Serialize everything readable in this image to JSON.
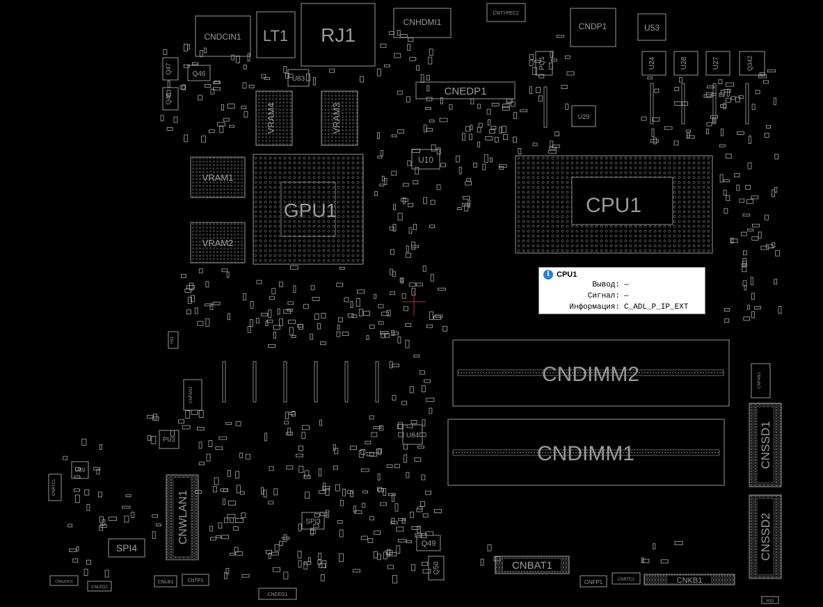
{
  "labels": {
    "cndcin1": "CNDCIN1",
    "lt1": "LT1",
    "rj1": "RJ1",
    "cnhdmi1": "CNHDMI1",
    "cntypec2": "CNTYPEC2",
    "cndp1": "CNDP1",
    "u53": "U53",
    "q47": "Q47",
    "q46": "Q46",
    "q48": "Q48",
    "u83": "U83",
    "vram4": "VRAM4",
    "vram3": "VRAM3",
    "vram1": "VRAM1",
    "vram2": "VRAM2",
    "gpu1": "GPU1",
    "cnedp1": "CNEDP1",
    "u10": "U10",
    "cpu1": "CPU1",
    "pq1": "PQ1",
    "u24": "U24",
    "u28": "U28",
    "u27": "U27",
    "q342": "Q342",
    "u29": "U29",
    "cndimm2": "CNDIMM2",
    "cndimm1": "CNDIMM1",
    "cnssd1": "CNSSD1",
    "cnssd2": "CNSSD2",
    "cnfan1": "CNFAN1",
    "cnfan2": "CNFAN2",
    "h11": "H11",
    "pu3": "PU3",
    "u84": "U84",
    "u89": "U89",
    "cnrtc1": "CNRTC1",
    "cnwlan1": "CNWLAN1",
    "spi3": "SPI3",
    "spi4": "SPI4",
    "q49": "Q49",
    "q50": "Q50",
    "cnbat1": "CNBAT1",
    "cnkb1": "CNKB1",
    "cnfp1": "CNFP1",
    "cnrtc2": "CNRTC2",
    "cnaudio": "CNAUDIO2",
    "cnled2": "CNLED2",
    "cnlb1": "CNLB1",
    "cntp1": "CNTP1",
    "cndeg1": "CNDEG1",
    "h10": "H10"
  },
  "tooltip": {
    "title": "CPU1",
    "rows": [
      {
        "key": "Вывод:",
        "value": "—"
      },
      {
        "key": "Сигнал:",
        "value": "—"
      },
      {
        "key": "Информация:",
        "value": "C_ADL_P_IP_EXT"
      }
    ]
  }
}
